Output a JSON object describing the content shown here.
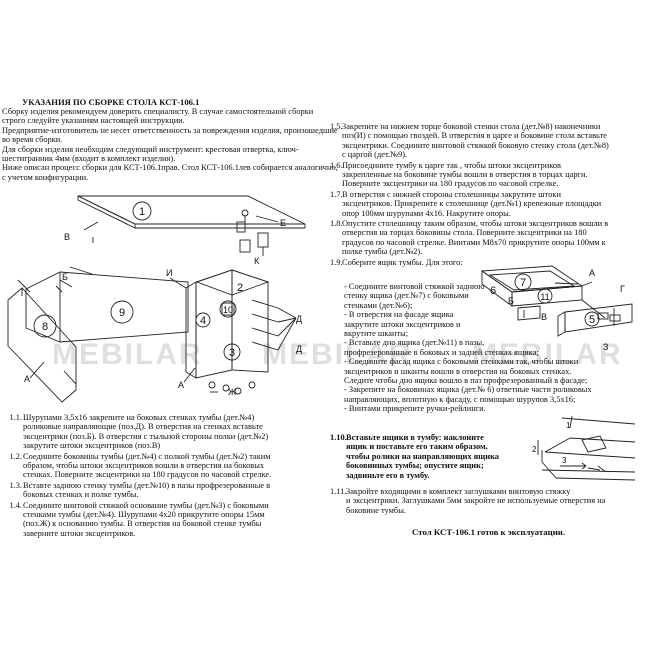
{
  "header": {
    "title": "УКАЗАНИЯ ПО СБОРКЕ СТОЛА КСТ-106.1",
    "intro": [
      "  Сборку  изделия  рекомендуем  доверить  специалисту.  В  случае  самостоятельной сборки",
      "строго следуйте указаниям настоящей инструкции.",
      "  Предприятие-изготовитель не несет ответственность за повреждения изделия, произошедшие",
      "во время сборки.",
      "  Для  сборки  изделия  необходим  следующий  инструмент:  крестовая  отвертка,  ключ-",
      "шестигранник 4мм (входит в комплект изделия).",
      "  Ниже описан  процесс  сборки  для  КСТ-106.1прав.  Стол  КСТ-106.1лев  собирается  аналогично,",
      "с учетом конфигурации."
    ]
  },
  "watermark": "MEBILAR",
  "diagram": {
    "parts": [
      "1",
      "8",
      "9",
      "10",
      "4",
      "3",
      "2",
      "7",
      "6",
      "11",
      "5"
    ],
    "letters": [
      "В",
      "Б",
      "Е",
      "К",
      "И",
      "Д",
      "Д",
      "А",
      "А",
      "Ж",
      "А",
      "Г",
      "Б",
      "З",
      "В"
    ],
    "arrow_numbers": [
      "1",
      "2",
      "3"
    ]
  },
  "steps_left": [
    {
      "num": "1.1.",
      "lines": [
        "Шурупами 3,5х16 закрепите на боковых стенках тумбы (дет.№4)",
        "роликовые направляющие (поз.Д). В отверстия на стенках вставьте",
        "эксцентрики (поз.Б). В отверстия с тыльной стороны полки (дет.№2)",
        "закрутите штоки эксцентриков (поз.В)"
      ]
    },
    {
      "num": "1.2.",
      "lines": [
        "Соедините боковины тумбы (дет.№4) с полкой тумбы (дет.№2) таким",
        "образом, чтобы  штоки эксцентриков  вошли в отверстия на боковых",
        "стенках. Поверните эксцентрики на 180 градусов по часовой стрелке."
      ]
    },
    {
      "num": "1.3.",
      "lines": [
        "Вставте заднюю стенку тумбы (дет.№10) в пазы профрезерованные в",
        "боковых стенках и полке тумбы."
      ]
    },
    {
      "num": "1.4.",
      "lines": [
        "Соедините винтовой стяжкой  основание тумбы (дет.№3) с боковыми",
        "стенками тумбы (дет.№4). Шурупами 4х20 прикрутите опоры 15мм",
        "(поз.Ж) к основанию тумбы. В отверстия на боковой стенке тумбы",
        "заверните штоки эксцентриков."
      ]
    }
  ],
  "steps_right": [
    {
      "num": "1.5.",
      "lines": [
        "Закрепите на нижнем торце боковой стенки стола (дет.№8) наконечники",
        "поз(И) с помощью гвоздей. В отверстия в царге и боковине стола  вставьте",
        "эксцентрики. Соедините винтовой стяжкой боковую стенку стола (дет.№8)",
        "с царгой (дет.№9)."
      ]
    },
    {
      "num": "1.6.",
      "lines": [
        "Присоедините тумбу к царге так , чтобы штоки эксцентриков",
        "закрепленные на боковине тумбы вошли в отверстия в торцах царги.",
        "Поверните эксцентрики на 180 градусов по часовой стрелке."
      ]
    },
    {
      "num": "1.7.",
      "lines": [
        "В отверстия с нижней стороны столешницы закрутите штоки",
        "эксцентриков. Прикрепите  к столешнице  (дет.№1) крепежные площадки",
        "опор 100мм шурупами 4х16. Накрутите опоры."
      ]
    },
    {
      "num": "1.8.",
      "lines": [
        "Опустите столешницу таким образом, чтобы штоки эксцентриков вошли в",
        "отверстия на торцах боковины стола. Поверните эксцентрики на 180",
        "градусов по часовой стрелке. Винтами М8х70 прикрутите опоры 100мм к",
        "полке тумбы (дет.№2)."
      ]
    },
    {
      "num": "1.9.",
      "lines": [
        "Соберите ящик тумбы. Для этого:"
      ]
    }
  ],
  "substeps": [
    [
      "- Соедините винтовой стяжкой заднюю",
      "  стенку ящика (дет.№7) с боковыми",
      "  стенками (дет.№6);"
    ],
    [
      "- В отверстия на фасаде ящика",
      "  закрутите штоки  эксцентриков и",
      "  вкрутите шканты;"
    ],
    [
      "- Вставьте дно ящика (дет.№11) в пазы,",
      "  профрезерованные в боковых и задней стенках ящика;"
    ],
    [
      "- Соедините фасад ящика с боковыми стенками так, чтобы штоки",
      "  эксцентриков и шканты вошли в  отверстия на боковых стенках.",
      "  Следите чтобы дно ящика вошло в паз профрезерованный в фасаде;"
    ],
    [
      "- Закрепите на боковинах ящика (дет.№ 6) ответные части  роликовых",
      "  направляющих, вплотную к фасаду, с помощью шурупов 3,5х16;"
    ],
    [
      "- Винтами прикрепите ручки-рейлинги."
    ]
  ],
  "step_110": {
    "num": "1.10.",
    "lines": [
      "Вставьте ящики в тумбу: наклоните",
      "ящик и поставьте его таким образом,",
      "чтобы ролики на направляющих ящика",
      "боковинных тумбы; опустите ящик;",
      "задвиньте его в тумбу."
    ]
  },
  "step_111": {
    "num": "1.11.",
    "lines": [
      "Закройте входящими в комплект заглушками винтовую стяжку",
      "и эксцентрики. Заглушками 5мм закройте не используемые отверстия на",
      "боковине тумбы."
    ]
  },
  "final_text": "Стол КСТ-106.1 готов к эксплуатации."
}
